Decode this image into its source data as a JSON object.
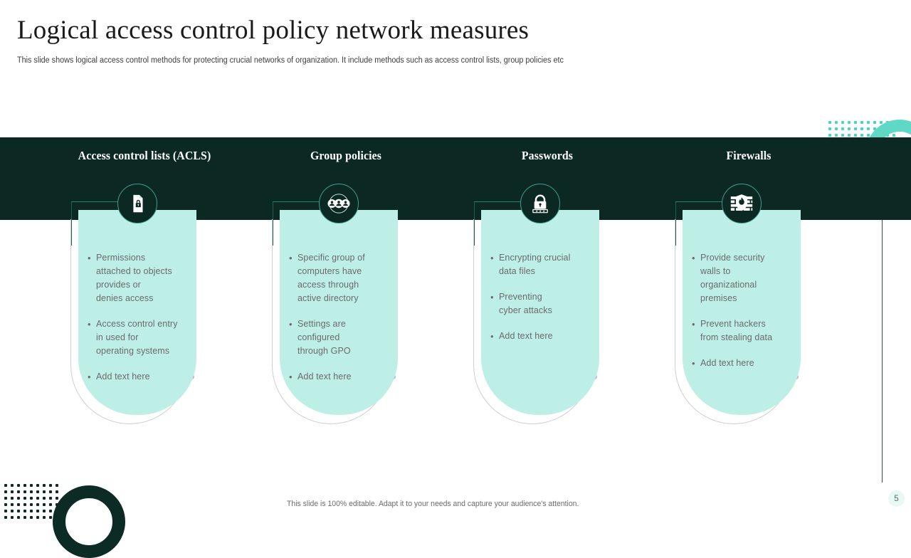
{
  "slide": {
    "title": "Logical access control policy network measures",
    "subtitle": "This slide shows logical access control methods for protecting crucial networks of organization. It include methods such as access control lists, group policies etc",
    "footer_note": "This slide is 100% editable. Adapt it to your needs and capture your audience's attention.",
    "page_number": "5"
  },
  "colors": {
    "banner_dark": "#0B2823",
    "card_mint": "#BDEFE6",
    "accent_teal": "#5FD9C6",
    "badge_ring": "#3F9E90",
    "body_text": "#6B6B6B",
    "page_pill": "#E8F8F4"
  },
  "columns": [
    {
      "heading": "Access control lists (ACLS)",
      "icon": "document-lock-icon",
      "bullet_marker": "•",
      "bullets": [
        "Permissions\nattached to objects\nprovides or\ndenies access",
        "Access control entry\nin used for\noperating systems",
        "Add text here"
      ]
    },
    {
      "heading": "Group policies",
      "icon": "user-group-icon",
      "bullet_marker": "•",
      "bullets": [
        "Specific group of\ncomputers have\naccess through\nactive directory",
        "Settings are\nconfigured\nthrough GPO",
        "Add text here"
      ]
    },
    {
      "heading": "Passwords",
      "icon": "padlock-password-icon",
      "bullet_marker": "•",
      "bullets": [
        "Encrypting crucial\ndata files",
        "Preventing\ncyber attacks",
        "Add text here"
      ]
    },
    {
      "heading": "Firewalls",
      "icon": "firewall-flame-icon",
      "bullet_marker": "•",
      "bullets": [
        "Provide security\nwalls to\norganizational\npremises",
        "Prevent hackers\nfrom stealing data",
        "Add text here"
      ]
    }
  ]
}
